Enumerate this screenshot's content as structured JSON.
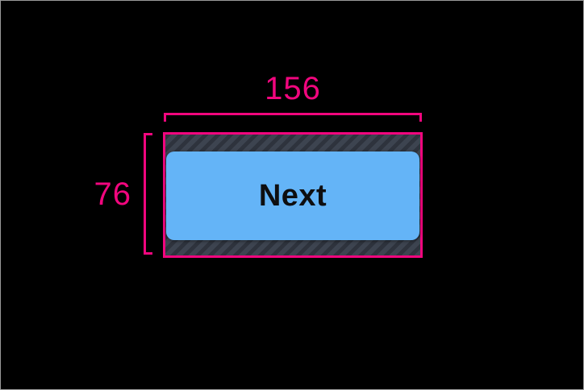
{
  "figure": {
    "background_color": "#000000",
    "frame_border_color": "#9a9a9a"
  },
  "annotations": {
    "accent_color": "#F1067E",
    "width_value": "156",
    "height_value": "76"
  },
  "tap_target": {
    "hatch_base_color": "#3D4450",
    "hatch_stripe_color": "#2E333D"
  },
  "button": {
    "label": "Next",
    "fill_color": "#64B4F7",
    "text_color": "#0E0E10"
  }
}
